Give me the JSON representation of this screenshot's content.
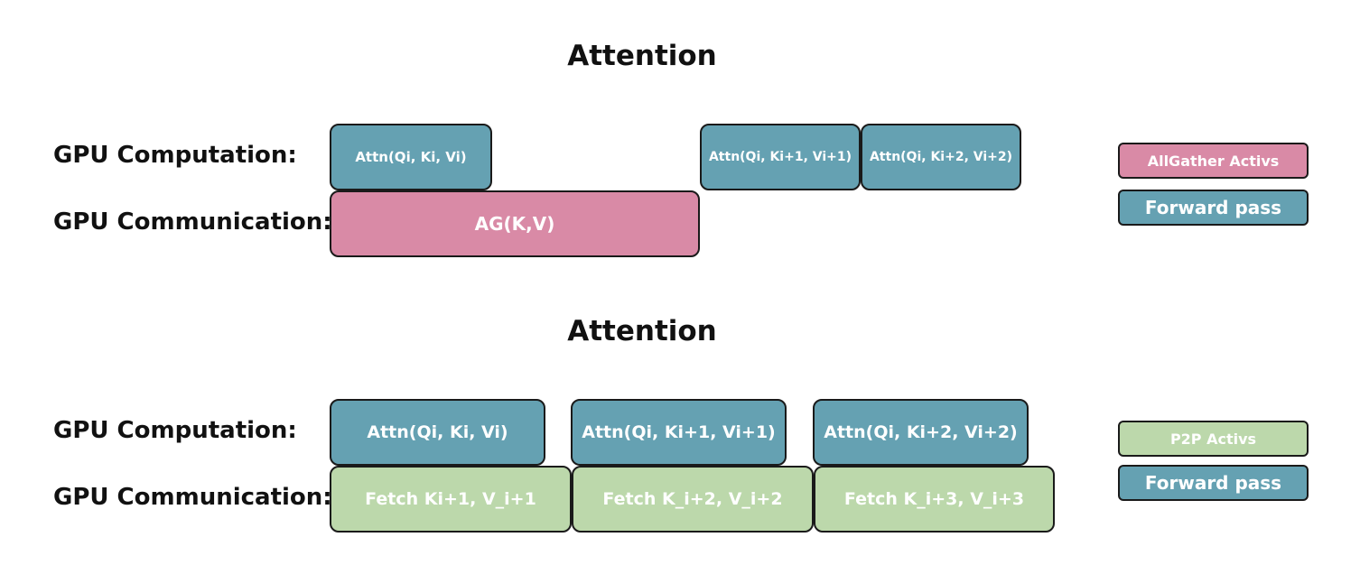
{
  "top": {
    "title": "Attention",
    "computation_label": "GPU Computation:",
    "communication_label": "GPU Communication:",
    "computation_blocks": [
      "Attn(Qi, Ki, Vi)",
      "Attn(Qi, Ki+1, Vi+1)",
      "Attn(Qi, Ki+2, Vi+2)"
    ],
    "communication_blocks": [
      "AG(K,V)"
    ],
    "legend": [
      "AllGather Activs",
      "Forward pass"
    ]
  },
  "bottom": {
    "title": "Attention",
    "computation_label": "GPU Computation:",
    "communication_label": "GPU Communication:",
    "computation_blocks": [
      "Attn(Qi, Ki, Vi)",
      "Attn(Qi, Ki+1, Vi+1)",
      "Attn(Qi, Ki+2, Vi+2)"
    ],
    "communication_blocks": [
      "Fetch Ki+1, V_i+1",
      "Fetch K_i+2, V_i+2",
      "Fetch K_i+3, V_i+3"
    ],
    "legend": [
      "P2P Activs",
      "Forward pass"
    ]
  },
  "colors": {
    "computation": "#65a1b2",
    "allgather": "#d98aa6",
    "p2p": "#bcd8ab"
  }
}
